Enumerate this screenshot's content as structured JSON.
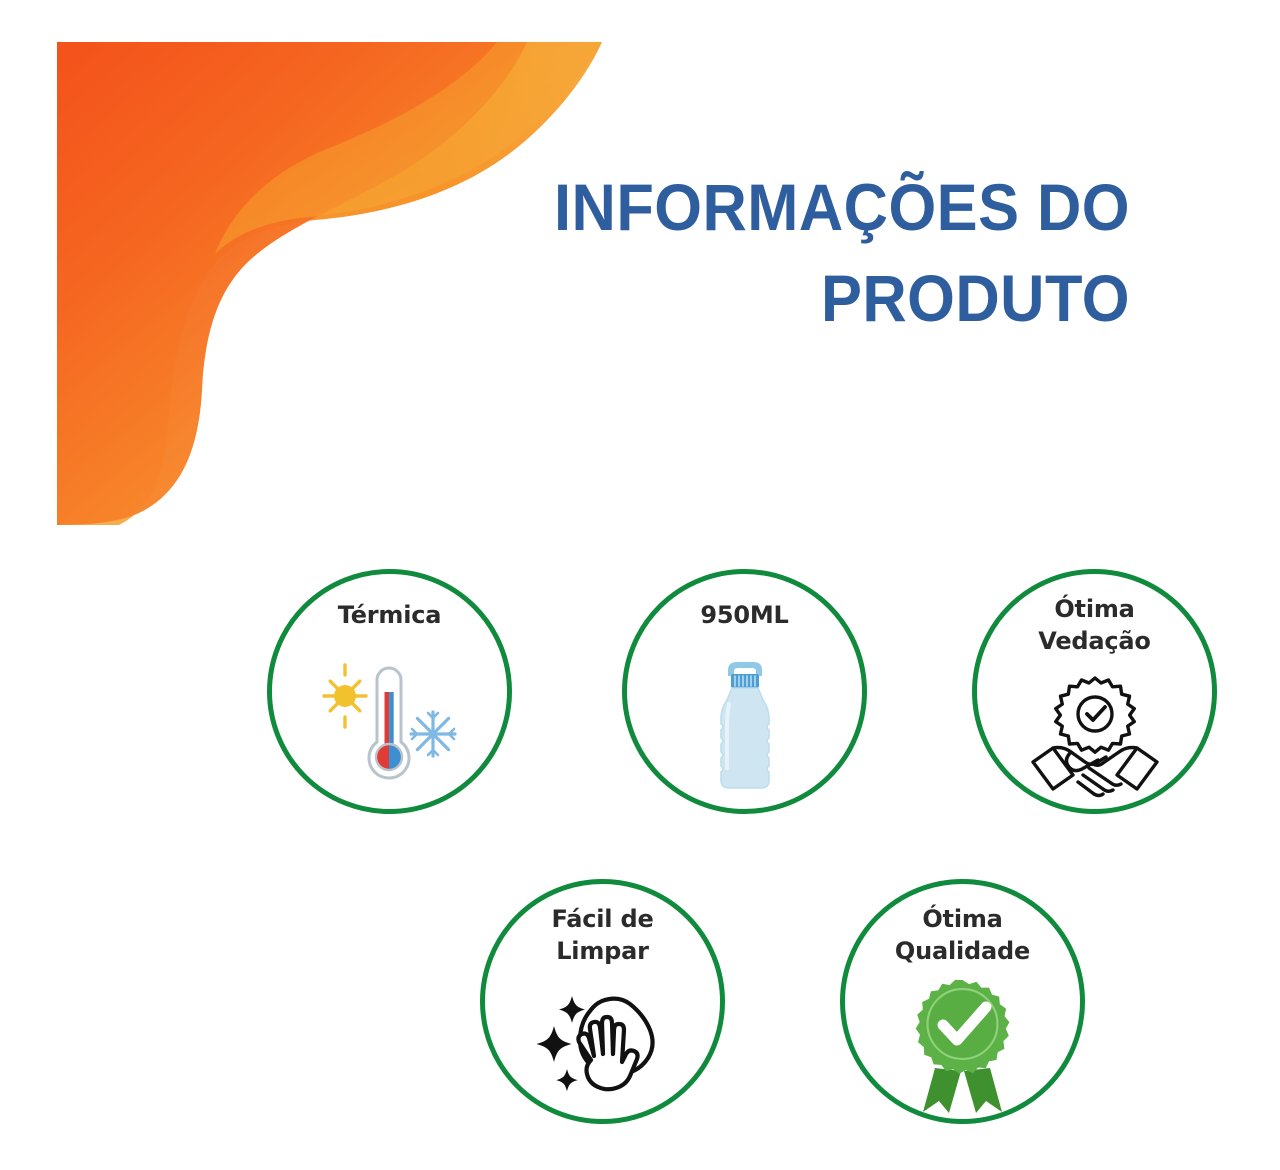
{
  "header": {
    "title_line_1": "INFORMAÇÕES DO",
    "title_line_2": "PRODUTO",
    "title_color": "#2f5e9e",
    "decoration": "orange-corner-swoosh",
    "decoration_colors": {
      "swoosh_back_start": "#f7a03c",
      "swoosh_back_end": "#f4801f",
      "swoosh_front_start": "#f4511a",
      "swoosh_front_end": "#f9a040"
    }
  },
  "badges": {
    "ring_color": "#108a3c",
    "items": [
      {
        "id": "termica",
        "label": "Térmica",
        "icon": "thermometer-hot-cold-icon",
        "icon_parts": [
          "sun",
          "thermometer",
          "snowflake"
        ],
        "icon_colors": {
          "sun": "#f2c12e",
          "hot": "#e03b35",
          "cold": "#3d8fd0",
          "snowflake": "#7fb9e3"
        }
      },
      {
        "id": "volume",
        "label": "950ML",
        "icon": "water-bottle-icon",
        "icon_colors": {
          "body": "#cfe6f2",
          "cap": "#4a9fd4",
          "outline": "#a8d3e8"
        }
      },
      {
        "id": "vedacao",
        "label": "Ótima\nVedação",
        "icon": "handshake-seal-icon",
        "icon_colors": {
          "line": "#111111"
        }
      },
      {
        "id": "limpar",
        "label": "Fácil de\nLimpar",
        "icon": "cleaning-hand-sparkle-icon",
        "icon_colors": {
          "line": "#111111"
        }
      },
      {
        "id": "qualidade",
        "label": "Ótima\nQualidade",
        "icon": "quality-rosette-check-icon",
        "icon_colors": {
          "rosette": "#5cb246",
          "ribbon": "#3f9130",
          "check": "#ffffff"
        }
      }
    ]
  }
}
